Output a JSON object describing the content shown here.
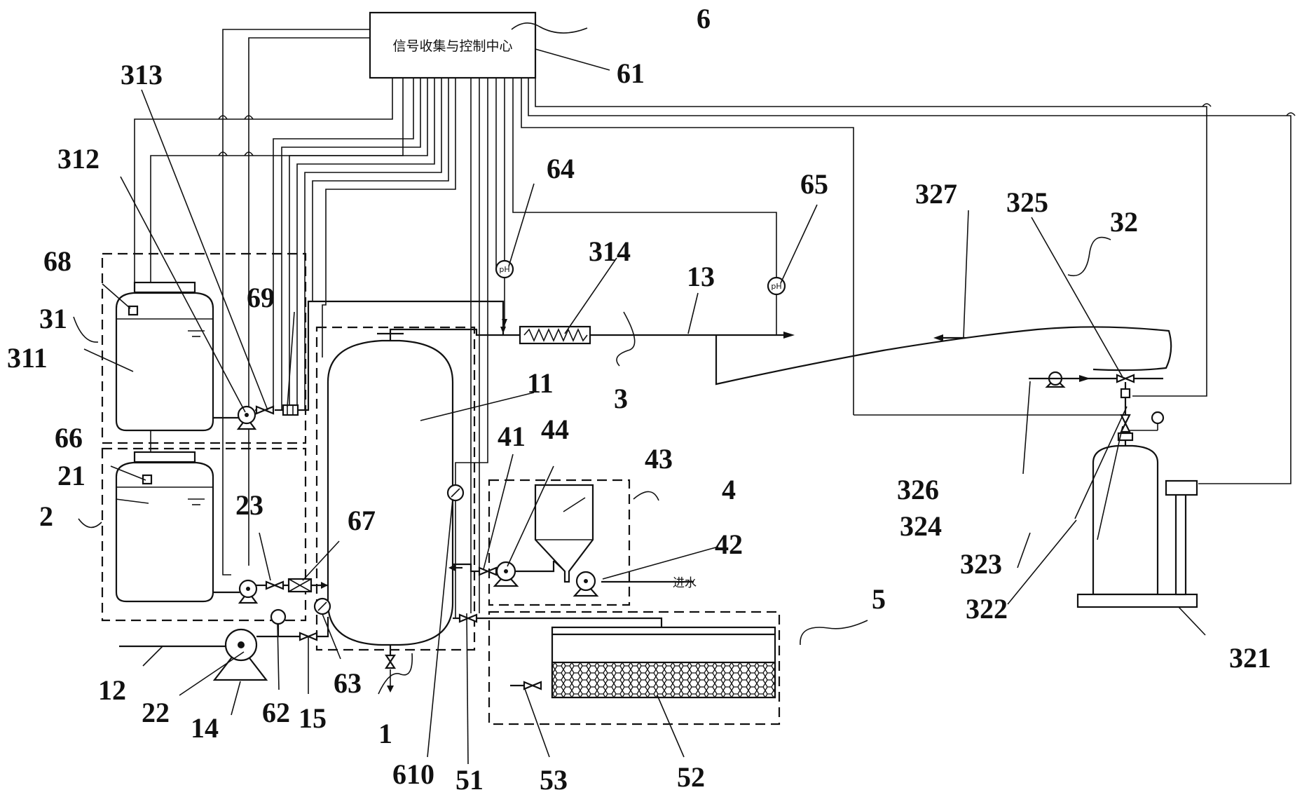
{
  "control_center_label": "信号收集与控制中心",
  "water_inlet_label": "进水",
  "ph_sensor_text": "pH",
  "labels": {
    "l6": "6",
    "l61": "61",
    "l313": "313",
    "l312": "312",
    "l64": "64",
    "l65": "65",
    "l327": "327",
    "l325": "325",
    "l32": "32",
    "l314": "314",
    "l13": "13",
    "l68": "68",
    "l69": "69",
    "l31": "31",
    "l311": "311",
    "l11": "11",
    "l3": "3",
    "l66": "66",
    "l21": "21",
    "l2": "2",
    "l23": "23",
    "l67": "67",
    "l41": "41",
    "l44": "44",
    "l43": "43",
    "l4": "4",
    "l42": "42",
    "l326": "326",
    "l324": "324",
    "l323": "323",
    "l322": "322",
    "l321": "321",
    "l5": "5",
    "l12": "12",
    "l22": "22",
    "l14": "14",
    "l62": "62",
    "l15": "15",
    "l63": "63",
    "l1": "1",
    "l610": "610",
    "l51": "51",
    "l53": "53",
    "l52": "52"
  }
}
